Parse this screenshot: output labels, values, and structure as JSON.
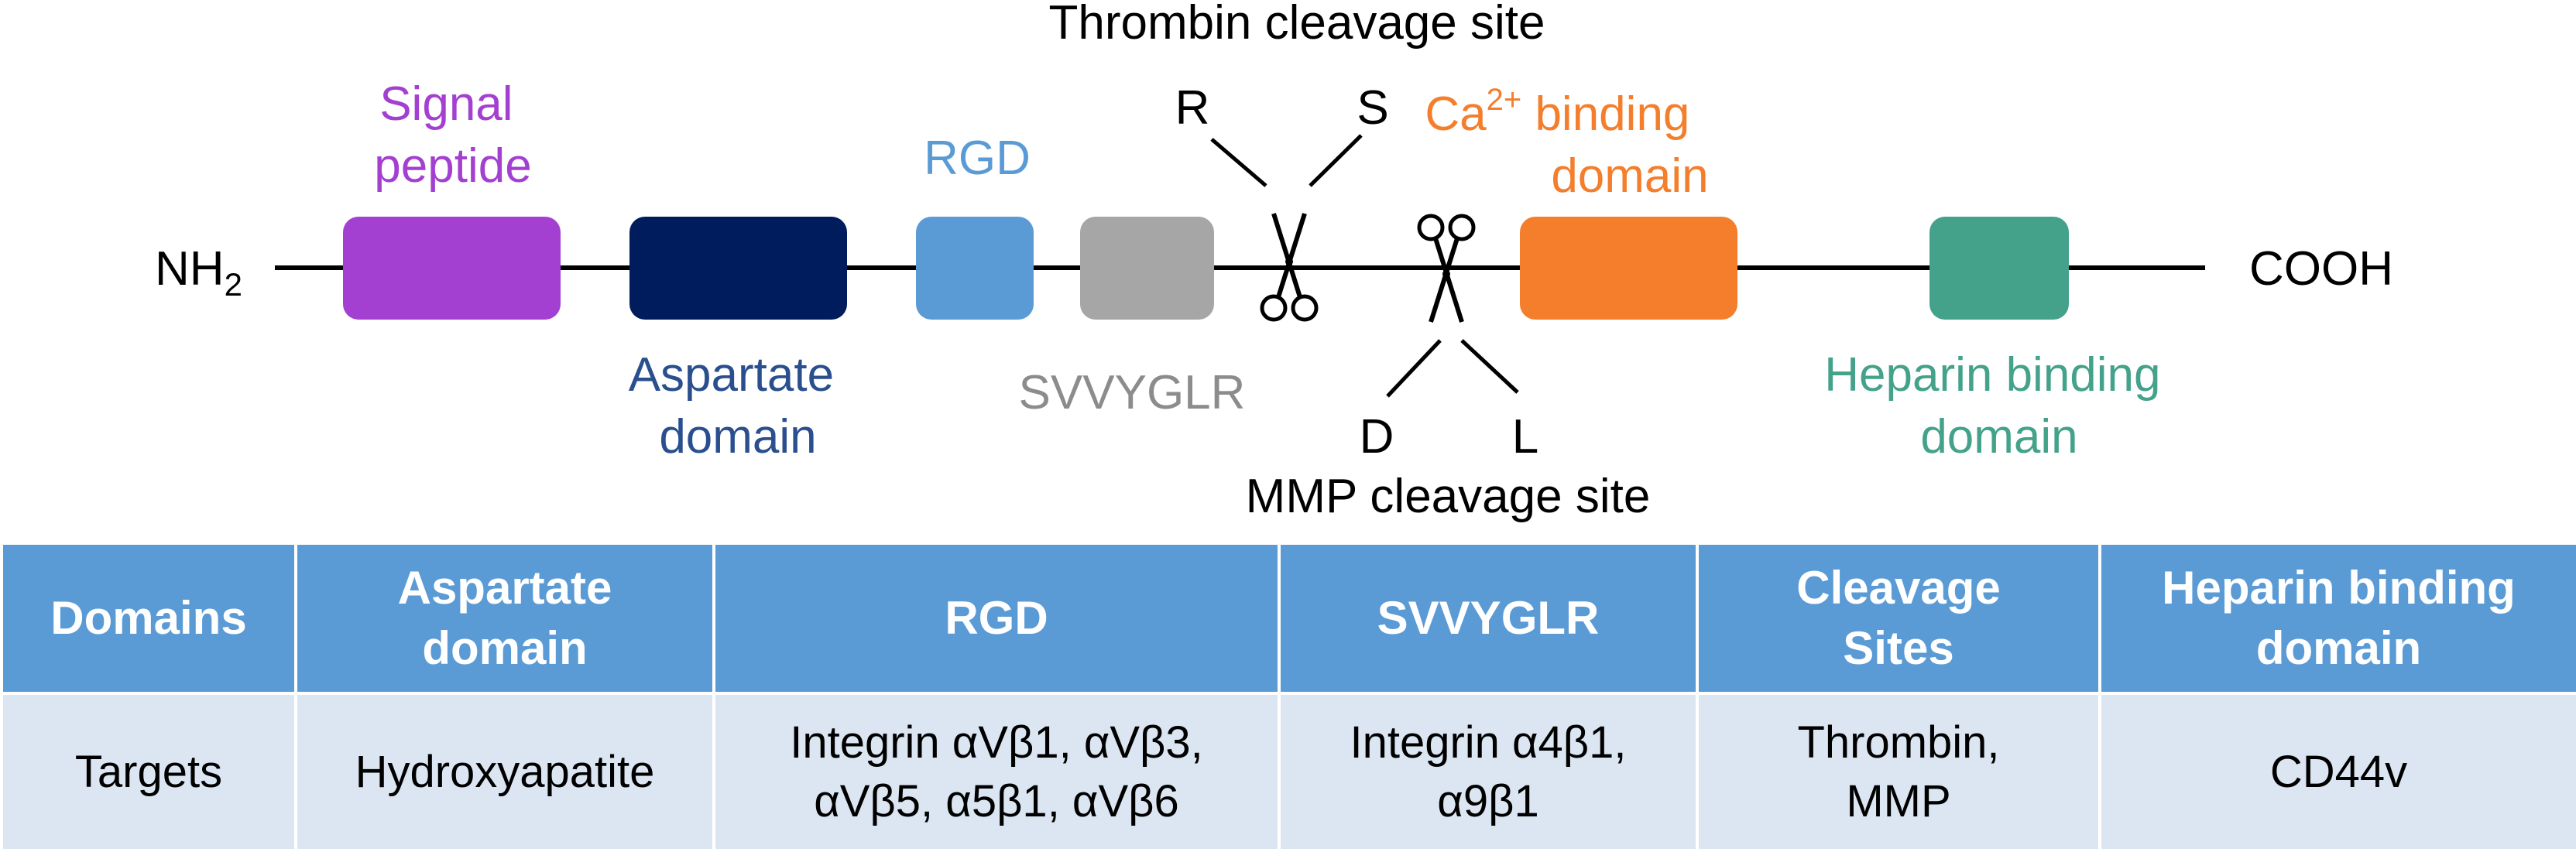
{
  "diagram": {
    "n_terminus": "NH",
    "n_terminus_sub": "2",
    "c_terminus": "COOH",
    "thrombin_site": {
      "title": "Thrombin cleavage site",
      "left_residue": "R",
      "right_residue": "S",
      "icon": "scissors-icon"
    },
    "mmp_site": {
      "title": "MMP cleavage site",
      "left_residue": "D",
      "right_residue": "L",
      "icon": "scissors-icon"
    },
    "domains": {
      "signal": {
        "label_1": "Signal",
        "label_2": "peptide",
        "color": "#a340d1"
      },
      "aspartate": {
        "label_1": "Aspartate",
        "label_2": "domain",
        "color": "#001c5c",
        "label_color": "#2a4f8f"
      },
      "rgd": {
        "label": "RGD",
        "color": "#5b9bd5"
      },
      "svvyglr": {
        "label": "SVVYGLR",
        "color": "#a6a6a6",
        "label_color": "#8c8c8c"
      },
      "calcium": {
        "label_1_prefix": "Ca",
        "label_1_sup": "2+",
        "label_1_suffix": " binding",
        "label_2": "domain",
        "color": "#f47e2c"
      },
      "heparin": {
        "label_1": "Heparin binding",
        "label_2": "domain",
        "color": "#44a28a"
      }
    }
  },
  "table": {
    "headers": [
      [
        "Domains"
      ],
      [
        "Aspartate",
        "domain"
      ],
      [
        "RGD"
      ],
      [
        "SVVYGLR"
      ],
      [
        "Cleavage",
        "Sites"
      ],
      [
        "Heparin binding",
        "domain"
      ]
    ],
    "rows": [
      [
        [
          "Targets"
        ],
        [
          "Hydroxyapatite"
        ],
        [
          "Integrin αVβ1, αVβ3,",
          "αVβ5, α5β1, αVβ6"
        ],
        [
          "Integrin α4β1,",
          "α9β1"
        ],
        [
          "Thrombin,",
          "MMP"
        ],
        [
          "CD44v"
        ]
      ]
    ],
    "header_color": "#5b9bd5",
    "cell_color": "#dce6f2"
  }
}
